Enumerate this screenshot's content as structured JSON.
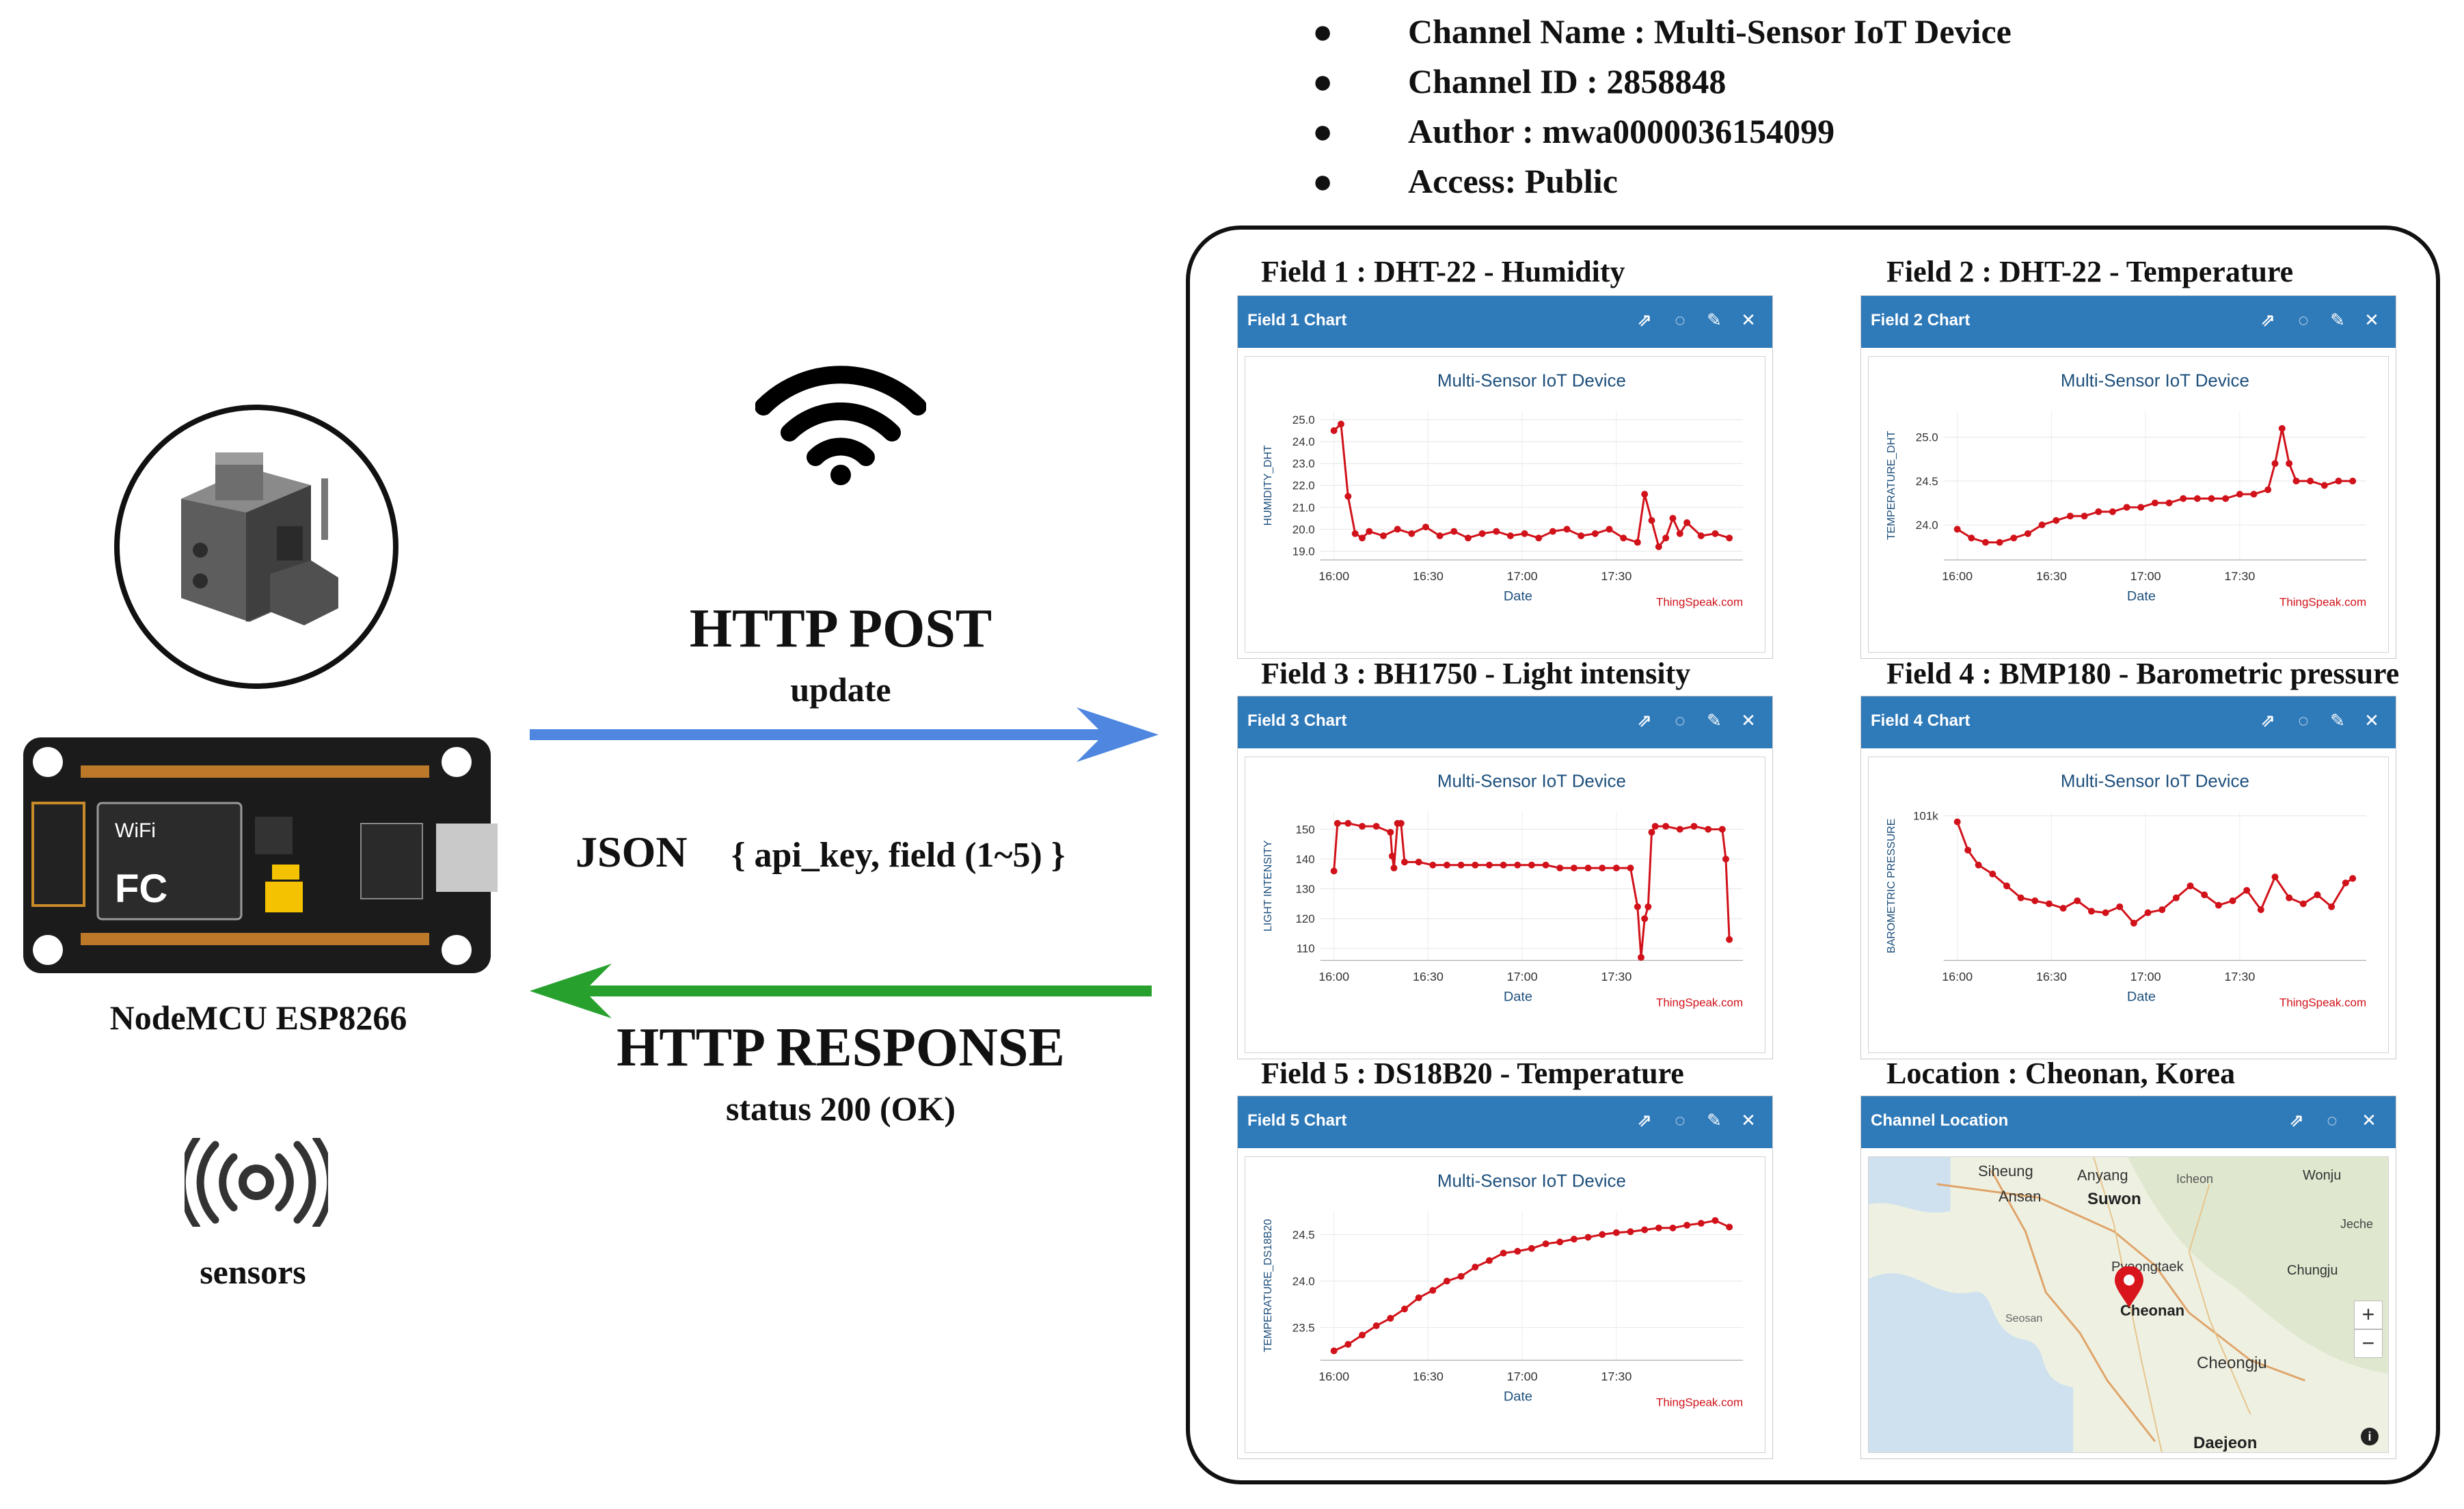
{
  "channel_info": {
    "items": [
      "Channel Name : Multi-Sensor IoT Device",
      "Channel ID : 2858848",
      "Author : mwa0000036154099",
      "Access: Public"
    ]
  },
  "left": {
    "device_label": "NodeMCU ESP8266",
    "sensors_label": "sensors",
    "post_title": "HTTP POST",
    "post_sub": "update",
    "json_label": "JSON",
    "json_fields": "{ api_key, field (1~5) }",
    "response_title": "HTTP RESPONSE",
    "response_sub": "status 200 (OK)"
  },
  "colors": {
    "post_arrow": "#4f86e0",
    "response_arrow": "#27a02e",
    "panel_header": "#2f7ab9",
    "series": "#d1121a",
    "dashboard_border": "#111111"
  },
  "icons": {
    "wifi": "wifi-icon",
    "sensors": "sensor-waves-icon",
    "device_enclosure": "enclosure-3d-icon",
    "board": "esp8266-board-icon",
    "external": "external-link-icon",
    "comment": "comment-icon",
    "edit": "pencil-icon",
    "close": "close-icon",
    "zoom_in": "plus-icon",
    "zoom_out": "minus-icon",
    "map_marker": "map-pin-icon",
    "info": "info-icon"
  },
  "panels": [
    {
      "field_title": "Field 1 : DHT-22 - Humidity",
      "header": "Field 1 Chart"
    },
    {
      "field_title": "Field 2 : DHT-22 - Temperature",
      "header": "Field 2 Chart"
    },
    {
      "field_title": "Field 3 : BH1750 - Light intensity",
      "header": "Field 3 Chart"
    },
    {
      "field_title": "Field 4 : BMP180 - Barometric pressure",
      "header": "Field 4 Chart"
    },
    {
      "field_title": "Field 5 : DS18B20 - Temperature",
      "header": "Field 5 Chart"
    },
    {
      "field_title": "Location : Cheonan, Korea",
      "header": "Channel Location"
    }
  ],
  "chart_data": [
    {
      "type": "line",
      "title": "Multi-Sensor IoT Device",
      "xlabel": "Date",
      "ylabel": "HUMIDITY_DHT",
      "credit": "ThingSpeak.com",
      "x_ticks": [
        "16:00",
        "16:30",
        "17:00",
        "17:30"
      ],
      "y_ticks": [
        "25.0",
        "24.0",
        "23.0",
        "22.0",
        "21.0",
        "20.0",
        "19.0"
      ],
      "ylim": [
        18.6,
        25.4
      ],
      "series": [
        {
          "x": [
            0,
            2,
            4,
            6,
            8,
            10,
            14,
            18,
            22,
            26,
            30,
            34,
            38,
            42,
            46,
            50,
            54,
            58,
            62,
            66,
            70,
            74,
            78,
            82,
            86,
            88,
            90,
            92,
            94,
            96,
            98,
            100,
            104,
            108,
            112
          ],
          "values": [
            24.5,
            24.8,
            21.5,
            19.8,
            19.6,
            19.9,
            19.7,
            20.0,
            19.8,
            20.1,
            19.7,
            19.9,
            19.6,
            19.8,
            19.9,
            19.7,
            19.8,
            19.6,
            19.9,
            20.0,
            19.7,
            19.8,
            20.0,
            19.6,
            19.4,
            21.6,
            20.4,
            19.2,
            19.6,
            20.5,
            19.8,
            20.3,
            19.7,
            19.8,
            19.6
          ]
        }
      ]
    },
    {
      "type": "line",
      "title": "Multi-Sensor IoT Device",
      "xlabel": "Date",
      "ylabel": "TEMPERATURE_DHT",
      "credit": "ThingSpeak.com",
      "x_ticks": [
        "16:00",
        "16:30",
        "17:00",
        "17:30"
      ],
      "y_ticks": [
        "25.0",
        "24.5",
        "24.0"
      ],
      "ylim": [
        23.6,
        25.3
      ],
      "series": [
        {
          "x": [
            0,
            4,
            8,
            12,
            16,
            20,
            24,
            28,
            32,
            36,
            40,
            44,
            48,
            52,
            56,
            60,
            64,
            68,
            72,
            76,
            80,
            84,
            88,
            90,
            92,
            94,
            96,
            100,
            104,
            108,
            112
          ],
          "values": [
            23.95,
            23.85,
            23.8,
            23.8,
            23.85,
            23.9,
            24.0,
            24.05,
            24.1,
            24.1,
            24.15,
            24.15,
            24.2,
            24.2,
            24.25,
            24.25,
            24.3,
            24.3,
            24.3,
            24.3,
            24.35,
            24.35,
            24.4,
            24.7,
            25.1,
            24.7,
            24.5,
            24.5,
            24.45,
            24.5,
            24.5
          ]
        }
      ]
    },
    {
      "type": "line",
      "title": "Multi-Sensor IoT Device",
      "xlabel": "Date",
      "ylabel": "LIGHT INTENSITY",
      "credit": "ThingSpeak.com",
      "x_ticks": [
        "16:00",
        "16:30",
        "17:00",
        "17:30"
      ],
      "y_ticks": [
        "150",
        "140",
        "130",
        "120",
        "110"
      ],
      "ylim": [
        106,
        156
      ],
      "series": [
        {
          "x": [
            0,
            1,
            4,
            8,
            12,
            16,
            16.5,
            17,
            18,
            19,
            20,
            24,
            28,
            32,
            36,
            40,
            44,
            48,
            52,
            56,
            60,
            64,
            68,
            72,
            76,
            80,
            84,
            86,
            87,
            88,
            89,
            90,
            91,
            94,
            98,
            102,
            106,
            110,
            111,
            112
          ],
          "values": [
            136,
            152,
            152,
            151,
            151,
            149,
            141,
            137,
            152,
            152,
            139,
            139,
            138,
            138,
            138,
            138,
            138,
            138,
            138,
            138,
            138,
            137,
            137,
            137,
            137,
            137,
            137,
            124,
            107,
            120,
            124,
            149,
            151,
            151,
            150,
            151,
            150,
            150,
            140,
            113
          ]
        }
      ]
    },
    {
      "type": "line",
      "title": "Multi-Sensor IoT Device",
      "xlabel": "Date",
      "ylabel": "BAROMETRIC PRESSURE",
      "credit": "ThingSpeak.com",
      "x_ticks": [
        "16:00",
        "16:30",
        "17:00",
        "17:30"
      ],
      "y_ticks": [
        "101k"
      ],
      "ylim": [
        0,
        1
      ],
      "series": [
        {
          "x": [
            0,
            3,
            6,
            10,
            14,
            18,
            22,
            26,
            30,
            34,
            38,
            42,
            46,
            50,
            54,
            58,
            62,
            66,
            70,
            74,
            78,
            82,
            86,
            90,
            94,
            98,
            102,
            106,
            110,
            112
          ],
          "values": [
            0.93,
            0.74,
            0.64,
            0.58,
            0.5,
            0.42,
            0.4,
            0.38,
            0.35,
            0.4,
            0.33,
            0.32,
            0.36,
            0.25,
            0.32,
            0.34,
            0.42,
            0.5,
            0.44,
            0.37,
            0.4,
            0.47,
            0.34,
            0.56,
            0.42,
            0.38,
            0.44,
            0.36,
            0.52,
            0.55
          ]
        }
      ]
    },
    {
      "type": "line",
      "title": "Multi-Sensor IoT Device",
      "xlabel": "Date",
      "ylabel": "TEMPERATURE_DS18B20",
      "credit": "ThingSpeak.com",
      "x_ticks": [
        "16:00",
        "16:30",
        "17:00",
        "17:30"
      ],
      "y_ticks": [
        "24.5",
        "24.0",
        "23.5"
      ],
      "ylim": [
        23.15,
        24.75
      ],
      "series": [
        {
          "x": [
            0,
            4,
            8,
            12,
            16,
            20,
            24,
            28,
            32,
            36,
            40,
            44,
            48,
            52,
            56,
            60,
            64,
            68,
            72,
            76,
            80,
            84,
            88,
            92,
            96,
            100,
            104,
            108,
            112
          ],
          "values": [
            23.25,
            23.32,
            23.42,
            23.52,
            23.6,
            23.7,
            23.82,
            23.9,
            24.0,
            24.05,
            24.15,
            24.22,
            24.3,
            24.32,
            24.35,
            24.4,
            24.42,
            24.45,
            24.47,
            24.5,
            24.52,
            24.53,
            24.55,
            24.57,
            24.57,
            24.6,
            24.62,
            24.65,
            24.58
          ]
        }
      ]
    }
  ],
  "map": {
    "labels": [
      "Siheung",
      "Anyang",
      "Icheon",
      "Wonju",
      "Ansan",
      "Suwon",
      "Jeche",
      "Pyeongtaek",
      "Chungju",
      "Cheonan",
      "Seosan",
      "Cheongju",
      "Daejeon"
    ],
    "zoom_in": "+",
    "zoom_out": "−",
    "info": "i"
  }
}
